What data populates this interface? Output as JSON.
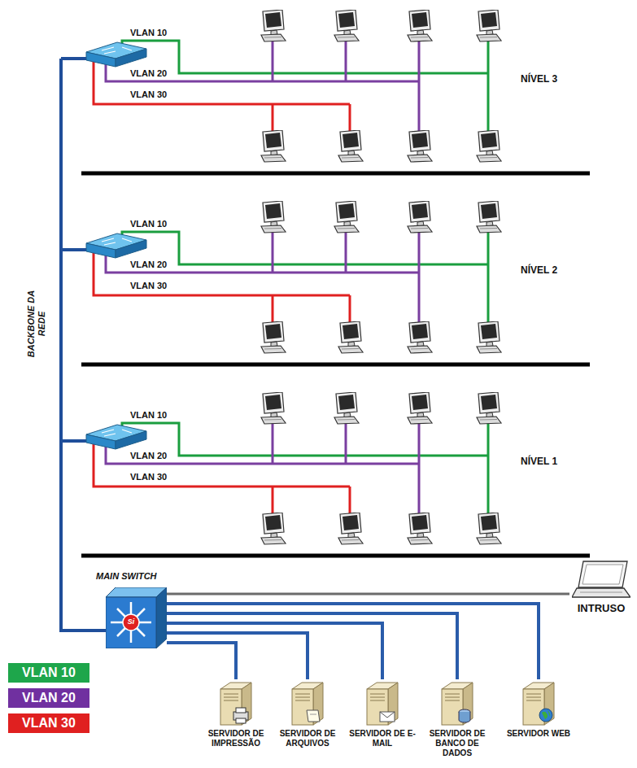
{
  "diagram": {
    "nodes": [
      {
        "text": [
          "MAIN SWITCH"
        ]
      },
      {
        "text": [
          "INTRUSO"
        ]
      },
      {
        "text": [
          "SERVIDOR DE IMPRESSÃO"
        ]
      },
      {
        "text": [
          "SERVIDOR DE ARQUIVOS"
        ]
      },
      {
        "text": [
          "SERVIDOR DE E-MAIL"
        ]
      },
      {
        "text": [
          "SERVIDOR DE BANCO DE DADOS"
        ]
      },
      {
        "text": [
          "SERVIDOR WEB"
        ]
      }
    ],
    "edges": [
      {
        "from": 0,
        "to": 1,
        "arrow": "none"
      },
      {
        "from": 0,
        "to": 2,
        "arrow": "none"
      },
      {
        "from": 0,
        "to": 3,
        "arrow": "none"
      },
      {
        "from": 0,
        "to": 4,
        "arrow": "none"
      },
      {
        "from": 0,
        "to": 5,
        "arrow": "none"
      },
      {
        "from": 0,
        "to": 6,
        "arrow": "none"
      }
    ],
    "labels": [
      "VLAN 10",
      "VLAN 20",
      "VLAN 30",
      "NÍVEL 3",
      "VLAN 10",
      "VLAN 20",
      "VLAN 30",
      "NÍVEL 2",
      "VLAN 10",
      "VLAN 20",
      "VLAN 30",
      "NÍVEL 1",
      "BACKBONE DA REDE",
      "Si"
    ],
    "legend": [
      {
        "text": "VLAN 10",
        "color": "#1ea64b"
      },
      {
        "text": "VLAN 20",
        "color": "#7030a0"
      },
      {
        "text": "VLAN 30",
        "color": "#e02020"
      }
    ]
  }
}
